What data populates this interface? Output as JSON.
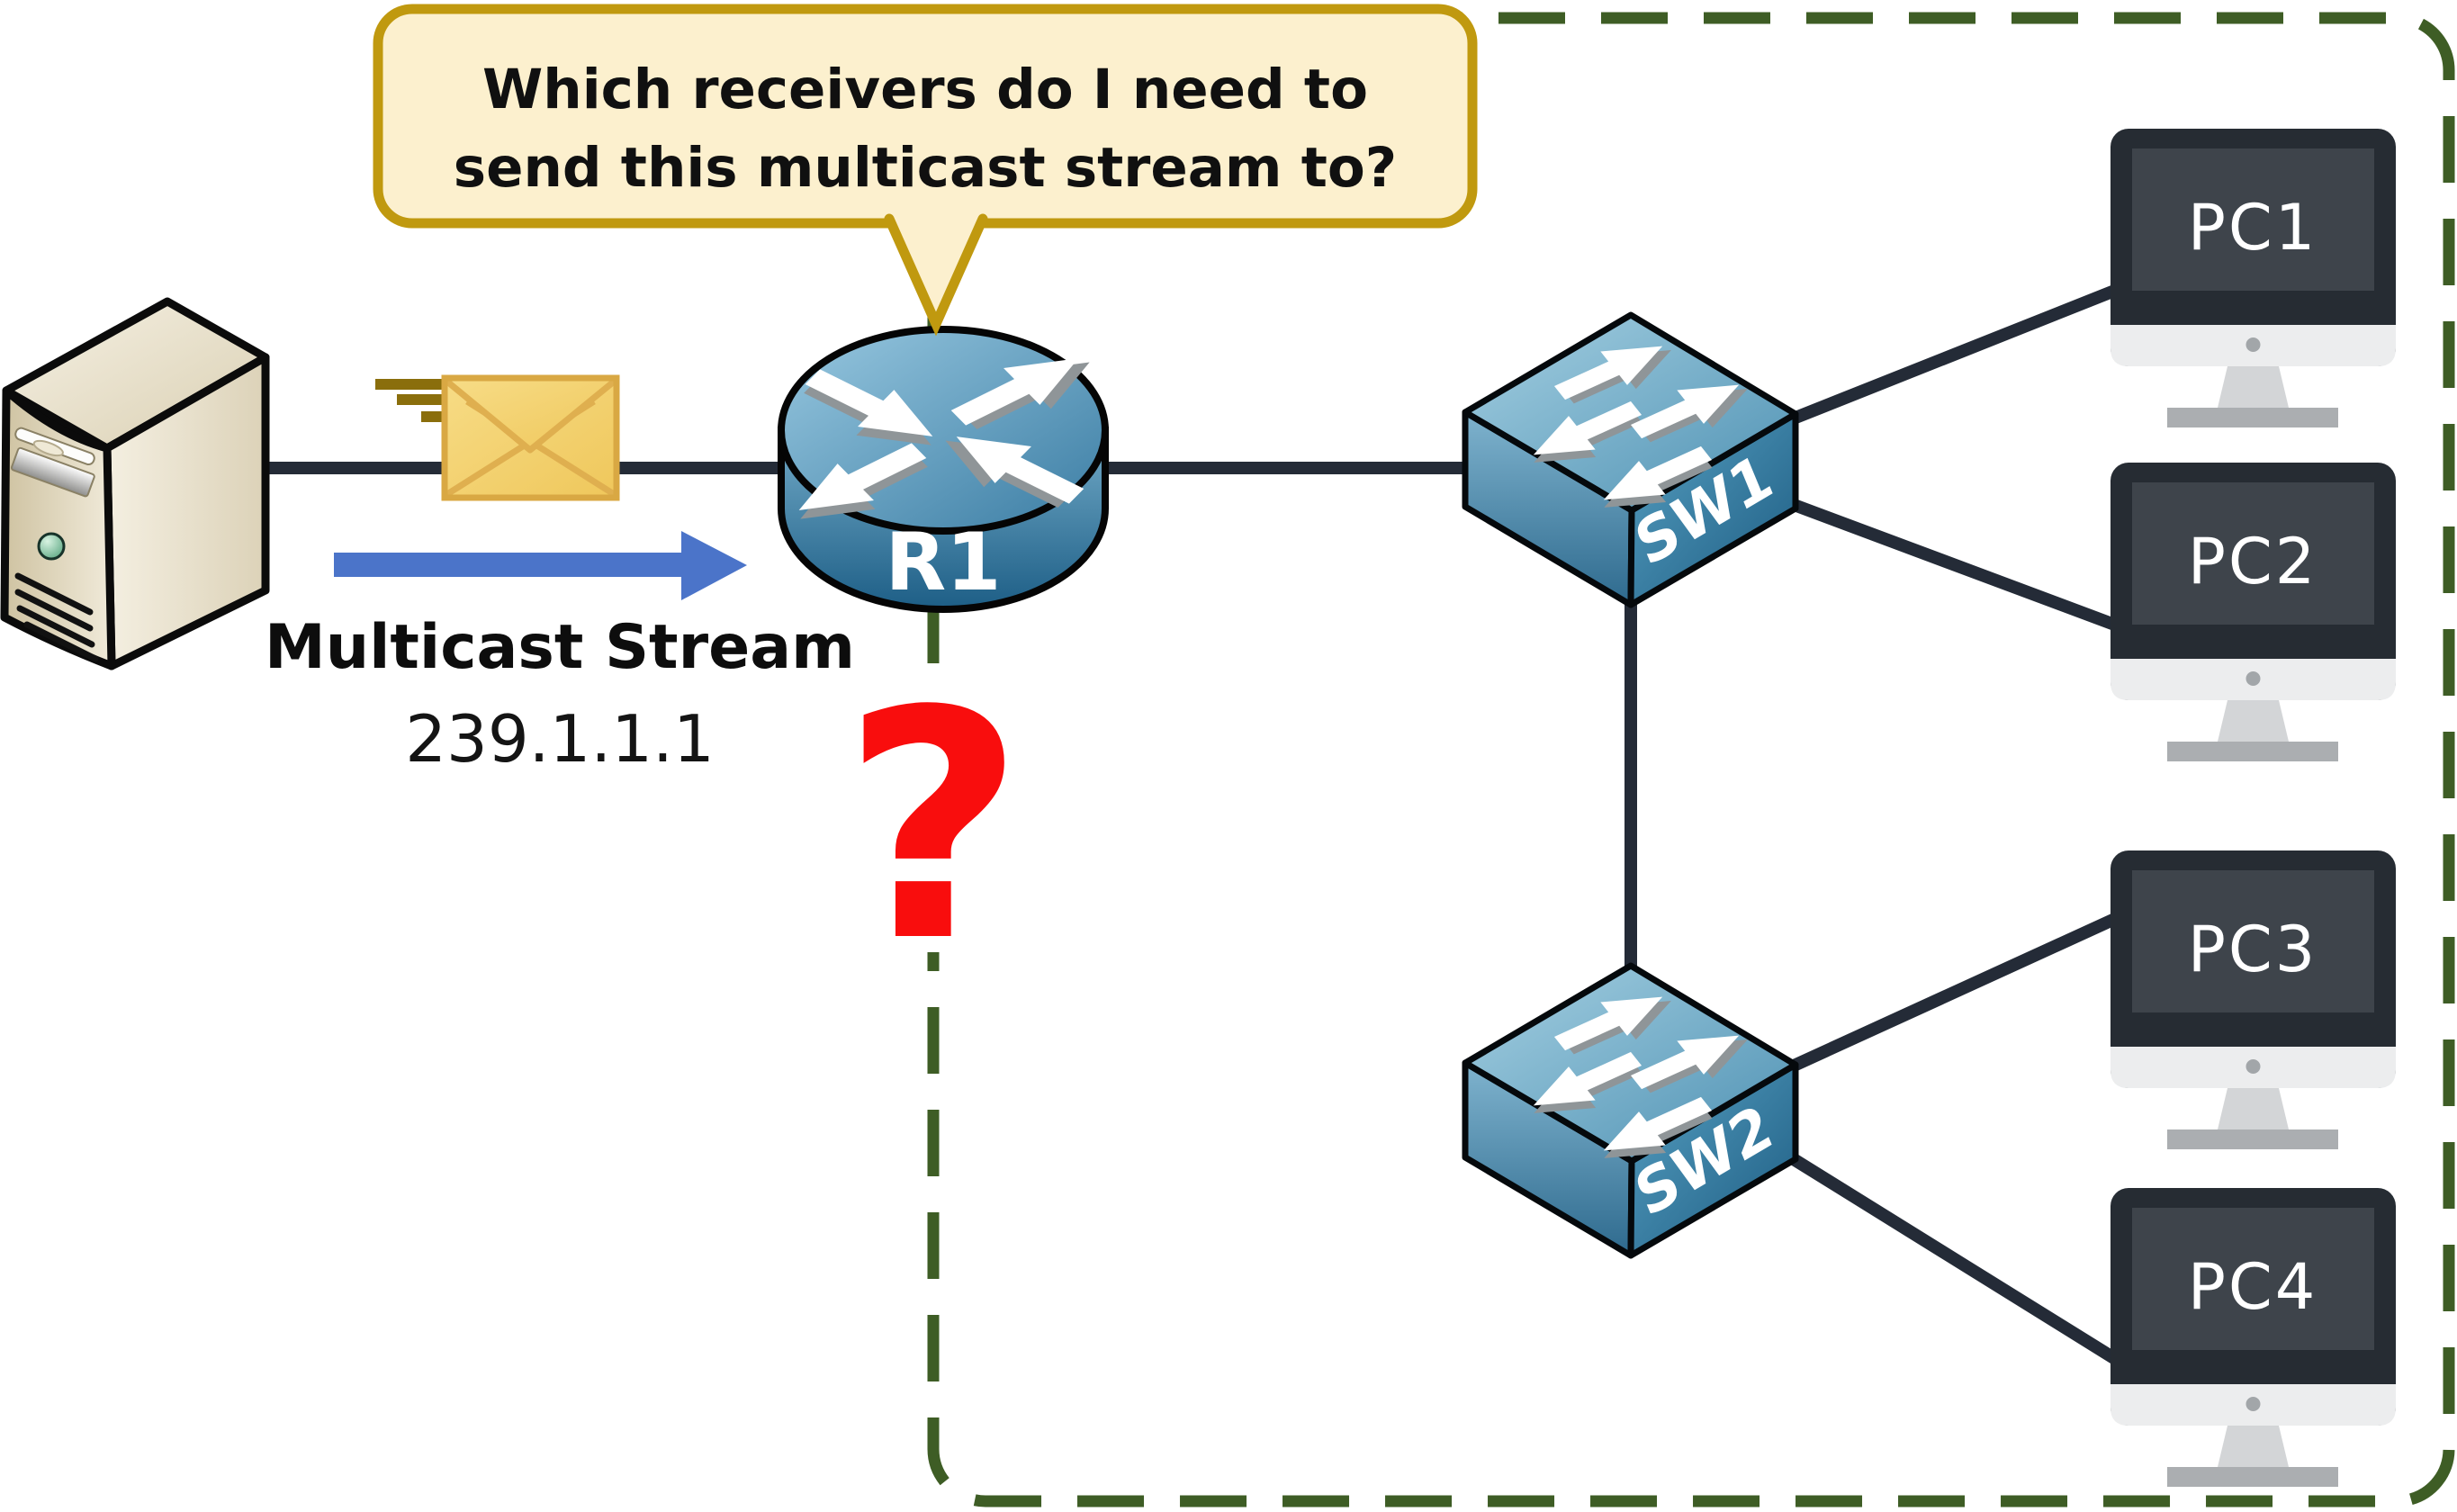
{
  "speech_bubble": {
    "line1": "Which receivers do I need to",
    "line2": "send this multicast stream to?"
  },
  "stream": {
    "title": "Multicast Stream",
    "group_address": "239.1.1.1"
  },
  "question_mark": "?",
  "devices": {
    "router": "R1",
    "switch_top": "SW1",
    "switch_bottom": "SW2",
    "pc1": "PC1",
    "pc2": "PC2",
    "pc3": "PC3",
    "pc4": "PC4"
  },
  "icons": [
    "server-icon",
    "envelope-icon",
    "speed-lines-icon",
    "stream-arrow-icon",
    "router-icon",
    "switch-icon",
    "monitor-icon",
    "question-mark-icon",
    "speech-bubble",
    "multicast-domain-boundary"
  ],
  "colors": {
    "background": "#FFFFFF",
    "bubble_fill": "#FCF0CE",
    "bubble_border": "#C0990F",
    "dashed_boundary": "#3E5D25",
    "connection_line": "#242B37",
    "stream_arrow": "#4B74C9",
    "question_mark": "#F90D0D",
    "envelope_fill": "#F5D26C",
    "envelope_border": "#D9A843",
    "speed_lines": "#8A6E0C",
    "device_blue_light": "#98C8E0",
    "device_blue_dark": "#1D5E86",
    "server_beige": "#E6DEC6",
    "pc_bezel": "#262C33",
    "pc_screen": "#3E444B",
    "pc_chin": "#ECEDEE",
    "text": "#101010"
  }
}
